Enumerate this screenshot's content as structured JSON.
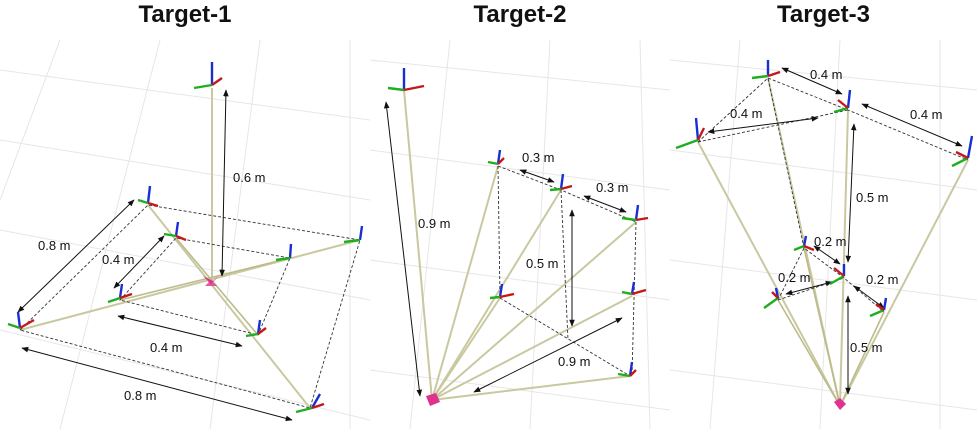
{
  "panels": [
    {
      "title": "Target-1",
      "labels": {
        "height": "0.6 m",
        "outer_side": "0.8 m",
        "inner_side": "0.4 m",
        "inner_bottom": "0.4 m",
        "outer_bottom": "0.8 m"
      }
    },
    {
      "title": "Target-2",
      "labels": {
        "long_left": "0.9 m",
        "top_a": "0.3 m",
        "top_b": "0.3 m",
        "height": "0.5 m",
        "bottom_diag": "0.9 m"
      }
    },
    {
      "title": "Target-3",
      "labels": {
        "top_a": "0.4 m",
        "top_left": "0.4 m",
        "top_right": "0.4 m",
        "height_upper": "0.5 m",
        "mid_a": "0.2 m",
        "mid_left": "0.2 m",
        "mid_right": "0.2 m",
        "height_lower": "0.5 m"
      }
    }
  ],
  "colors": {
    "axis_x": "#c21a1a",
    "axis_y": "#1fae1f",
    "axis_z": "#1a2fd0",
    "origin_marker": "#e0338f"
  }
}
